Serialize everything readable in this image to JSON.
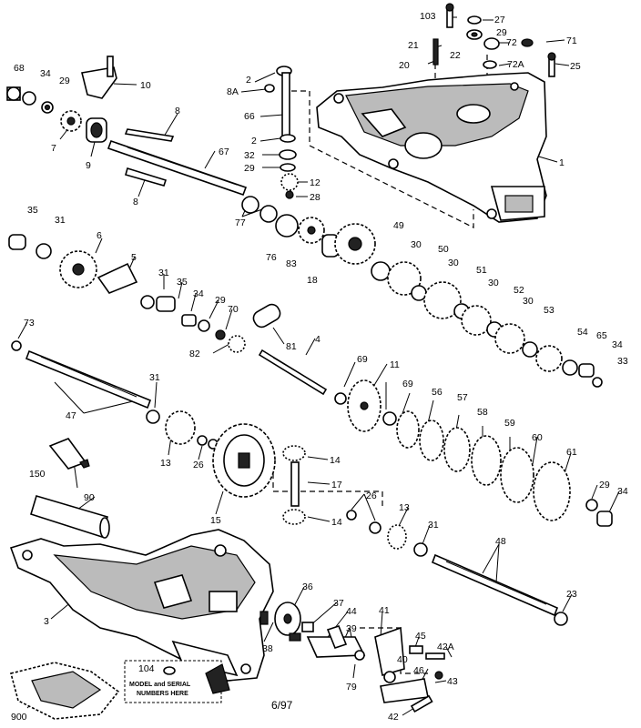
{
  "diagram": {
    "part_labels": [
      "103",
      "27",
      "29",
      "21",
      "72",
      "71",
      "22",
      "20",
      "72A",
      "25",
      "68",
      "34",
      "29",
      "10",
      "2",
      "8A",
      "8",
      "66",
      "2",
      "32",
      "29",
      "12",
      "28",
      "1",
      "7",
      "9",
      "67",
      "8",
      "77",
      "76",
      "83",
      "18",
      "49",
      "35",
      "31",
      "6",
      "30",
      "50",
      "5",
      "31",
      "35",
      "34",
      "29",
      "70",
      "30",
      "51",
      "52",
      "30",
      "53",
      "30",
      "54",
      "65",
      "34",
      "33",
      "81",
      "82",
      "73",
      "4",
      "69",
      "11",
      "47",
      "31",
      "69",
      "56",
      "57",
      "58",
      "59",
      "60",
      "61",
      "13",
      "26",
      "14",
      "150",
      "17",
      "90",
      "15",
      "26",
      "13",
      "14",
      "31",
      "48",
      "29",
      "34",
      "23",
      "36",
      "37",
      "44",
      "41",
      "3",
      "38",
      "39",
      "45",
      "42A",
      "40",
      "79",
      "104",
      "46",
      "43",
      "900",
      "42"
    ],
    "serial_plate": {
      "line1": "MODEL and SERIAL",
      "line2": "NUMBERS HERE"
    },
    "revision_date": "6/97"
  }
}
